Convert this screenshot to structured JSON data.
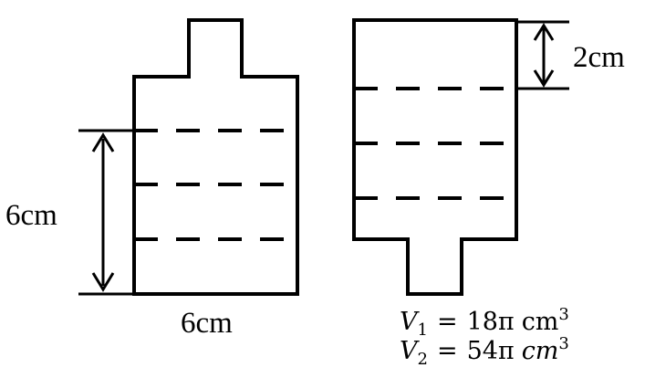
{
  "left_bottle": {
    "height_label": "6cm",
    "width_label": "6cm"
  },
  "right_bottle": {
    "gap_label": "2cm"
  },
  "volumes": {
    "v1": {
      "symbol": "V",
      "subscript": "1",
      "equals": "=",
      "value": "18π",
      "unit": "cm",
      "power": "3"
    },
    "v2": {
      "symbol": "V",
      "subscript": "2",
      "equals": "=",
      "value": "54π",
      "unit": "cm",
      "power": "3"
    }
  }
}
